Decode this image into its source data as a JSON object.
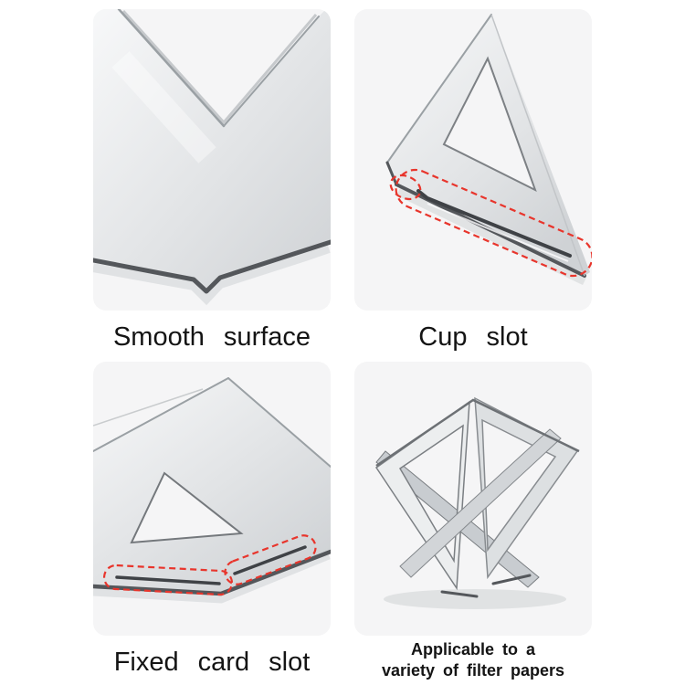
{
  "colors": {
    "page_bg": "#ffffff",
    "panel_bg": "#f5f5f6",
    "metal_light": "#f7f8f9",
    "metal_mid": "#e2e4e6",
    "metal_shadowed": "#cfd2d5",
    "edge_dark": "#54575b",
    "edge_soft": "#9aa0a4",
    "highlight_red": "#e8352c",
    "caption_color": "#141414"
  },
  "figures": {
    "smooth_surface": {
      "caption": "Smooth surface"
    },
    "cup_slot": {
      "caption": "Cup slot"
    },
    "fixed_card_slot": {
      "caption": "Fixed card slot"
    },
    "filter_papers": {
      "caption_line1": "Applicable to a",
      "caption_line2": "variety of filter papers"
    }
  }
}
